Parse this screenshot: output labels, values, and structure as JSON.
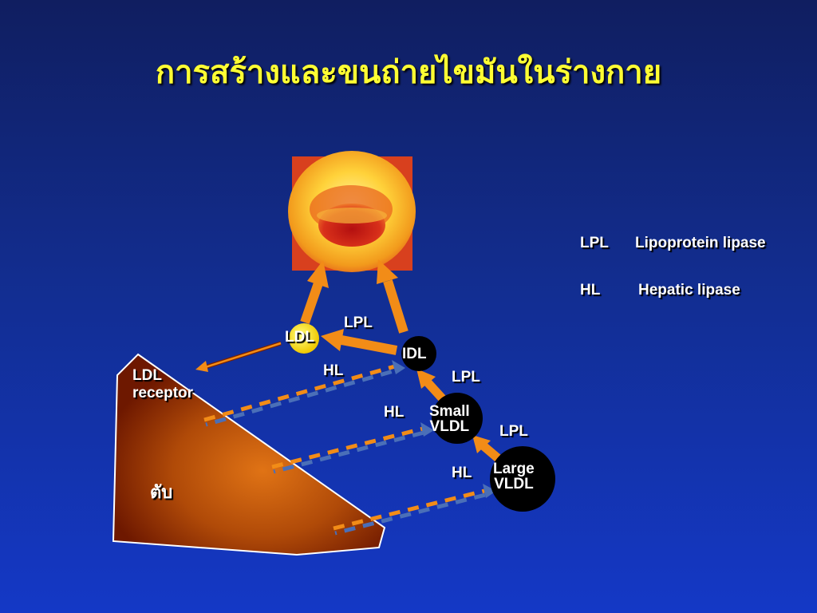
{
  "title": "การสร้างและขนถ่ายไขมันในร่างกาย",
  "legend": [
    {
      "abbr": "LPL",
      "meaning": "Lipoprotein lipase"
    },
    {
      "abbr": "HL",
      "meaning": "Hepatic lipase"
    }
  ],
  "organ": {
    "liver_label": "ตับ"
  },
  "receptor": {
    "line1": "LDL",
    "line2": "receptor"
  },
  "particles": {
    "ldl": "LDL",
    "idl": "IDL",
    "small_vldl": {
      "line1": "Small",
      "line2": "VLDL"
    },
    "large_vldl": {
      "line1": "Large",
      "line2": "VLDL"
    }
  },
  "enzyme_labels": {
    "lpl_ldl_idl": "LPL",
    "lpl_idl_small": "LPL",
    "lpl_small_large": "LPL",
    "hl_top": "HL",
    "hl_middle": "HL",
    "hl_bottom": "HL"
  },
  "colors": {
    "title": "#ffff33",
    "arrow_orange": "#f28c17",
    "ldl_yellow": "#ffe600",
    "liver_dark": "#7a1d00",
    "liver_light": "#d86a10",
    "dash_blue": "#4a6fb8"
  }
}
